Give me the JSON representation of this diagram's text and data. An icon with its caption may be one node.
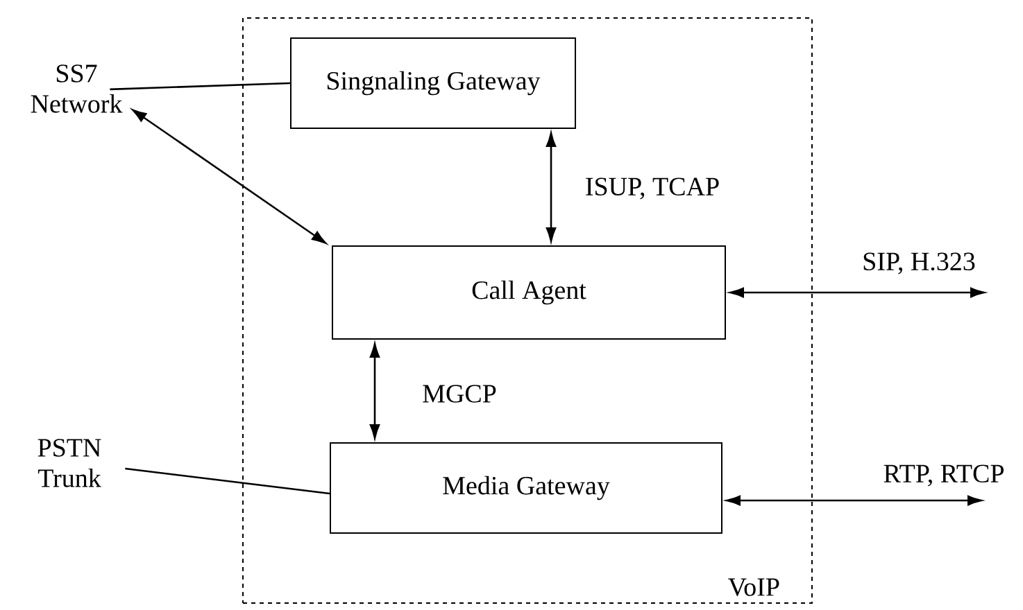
{
  "diagram": {
    "nodes": [
      {
        "text": [
          "VoIP"
        ]
      },
      {
        "text": [
          "Singnaling Gateway"
        ],
        "in": 0
      },
      {
        "text": [
          "Call Agent"
        ],
        "in": 0
      },
      {
        "text": [
          "Media Gateway"
        ],
        "in": 0
      },
      {
        "text": [
          "SS7 Network"
        ]
      },
      {
        "text": [
          "PSTN Trunk"
        ]
      }
    ],
    "edges": [
      {
        "from": 4,
        "to": 1,
        "arrow": "none"
      },
      {
        "from": 4,
        "to": 2,
        "arrow": "both"
      },
      {
        "from": 1,
        "to": 2,
        "arrow": "both",
        "label": "ISUP, TCAP"
      },
      {
        "from": 2,
        "to": null,
        "arrow": "both",
        "label": "SIP, H.323"
      },
      {
        "from": 2,
        "to": 3,
        "arrow": "both",
        "label": "MGCP"
      },
      {
        "from": 5,
        "to": 3,
        "arrow": "none"
      },
      {
        "from": 3,
        "to": null,
        "arrow": "both",
        "label": "RTP, RTCP"
      }
    ]
  }
}
